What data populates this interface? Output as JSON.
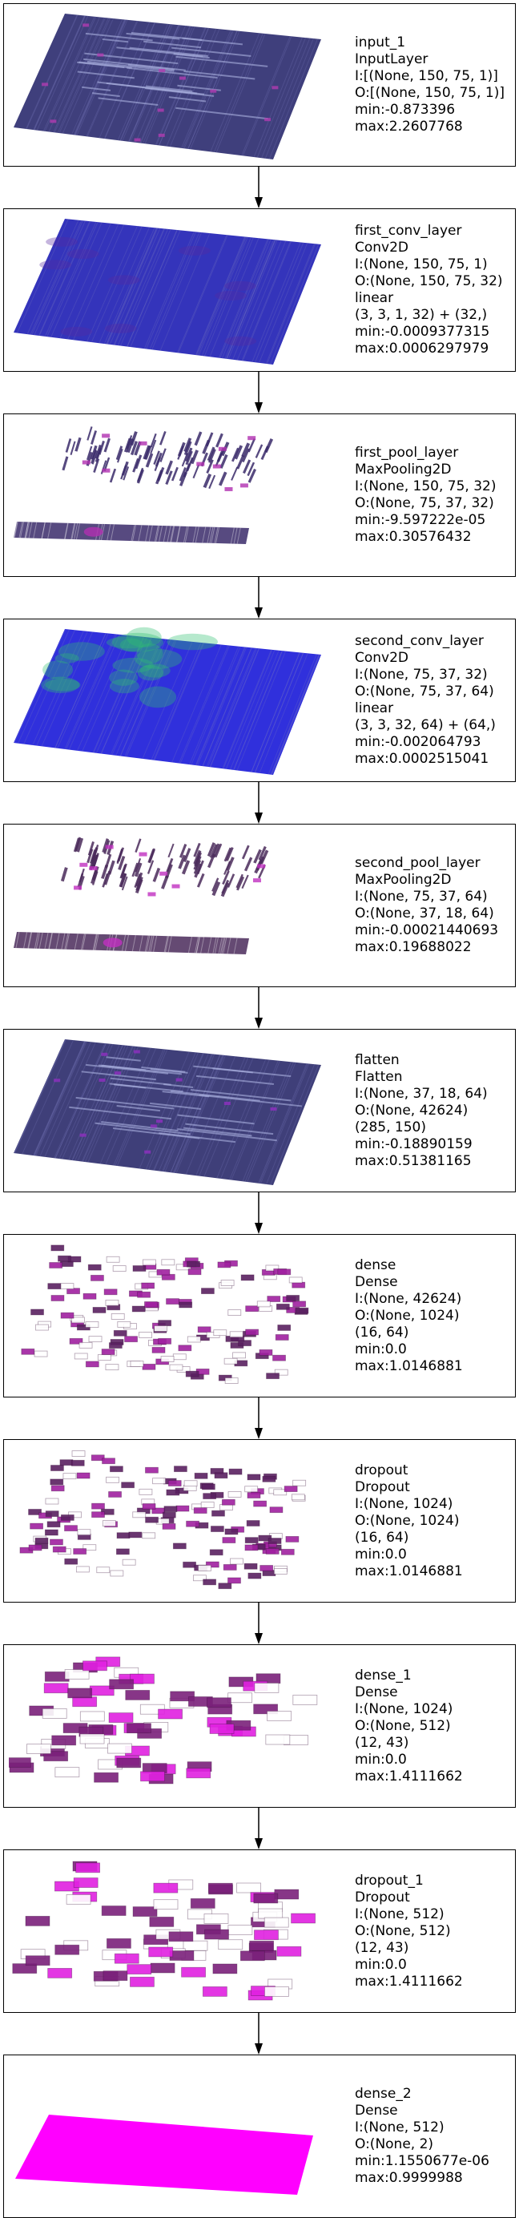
{
  "layers": [
    {
      "name": "input_1",
      "type": "InputLayer",
      "lines": [
        "I:[(None, 150, 75, 1)]",
        "O:[(None, 150, 75, 1)]",
        "min:-0.873396",
        "max:2.2607768"
      ],
      "style": "input",
      "color": "#2a2a6e",
      "accent": "#b03cb0"
    },
    {
      "name": "first_conv_layer",
      "type": "Conv2D",
      "lines": [
        "I:(None, 150, 75, 1)",
        "O:(None, 150, 75, 32)",
        "linear",
        "(3, 3, 1, 32) + (32,)",
        "min:-0.0009377315",
        "max:0.0006297979"
      ],
      "style": "slab",
      "color": "#1e1eb4",
      "accent": "#5a2aa0"
    },
    {
      "name": "first_pool_layer",
      "type": "MaxPooling2D",
      "lines": [
        "I:(None, 150, 75, 32)",
        "O:(None, 75, 37, 32)",
        "min:-9.597222e-05",
        "max:0.30576432"
      ],
      "style": "pool",
      "color": "#3a2a6a",
      "accent": "#b030b0"
    },
    {
      "name": "second_conv_layer",
      "type": "Conv2D",
      "lines": [
        "I:(None, 75, 37, 32)",
        "O:(None, 75, 37, 64)",
        "linear",
        "(3, 3, 32, 64) + (64,)",
        "min:-0.002064793",
        "max:0.0002515041"
      ],
      "style": "conv2",
      "color": "#1a1ad8",
      "accent": "#2ec070"
    },
    {
      "name": "second_pool_layer",
      "type": "MaxPooling2D",
      "lines": [
        "I:(None, 75, 37, 64)",
        "O:(None, 37, 18, 64)",
        "min:-0.00021440693",
        "max:0.19688022"
      ],
      "style": "pool",
      "color": "#4a2a5a",
      "accent": "#c030c0"
    },
    {
      "name": "flatten",
      "type": "Flatten",
      "lines": [
        "I:(None, 37, 18, 64)",
        "O:(None, 42624)",
        "(285, 150)",
        "min:-0.18890159",
        "max:0.51381165"
      ],
      "style": "input",
      "color": "#2a2a6a",
      "accent": "#9030c0"
    },
    {
      "name": "dense",
      "type": "Dense",
      "lines": [
        "I:(None, 42624)",
        "O:(None, 1024)",
        "(16, 64)",
        "min:0.0",
        "max:1.0146881"
      ],
      "style": "blocks",
      "color": "#5a2060",
      "accent": "#a020a0"
    },
    {
      "name": "dropout",
      "type": "Dropout",
      "lines": [
        "I:(None, 1024)",
        "O:(None, 1024)",
        "(16, 64)",
        "min:0.0",
        "max:1.0146881"
      ],
      "style": "blocks",
      "color": "#5a2060",
      "accent": "#a020a0"
    },
    {
      "name": "dense_1",
      "type": "Dense",
      "lines": [
        "I:(None, 1024)",
        "O:(None, 512)",
        "(12, 43)",
        "min:0.0",
        "max:1.4111662"
      ],
      "style": "bigblocks",
      "color": "#7a207a",
      "accent": "#e020e0"
    },
    {
      "name": "dropout_1",
      "type": "Dropout",
      "lines": [
        "I:(None, 512)",
        "O:(None, 512)",
        "(12, 43)",
        "min:0.0",
        "max:1.4111662"
      ],
      "style": "bigblocks",
      "color": "#7a207a",
      "accent": "#e020e0"
    },
    {
      "name": "dense_2",
      "type": "Dense",
      "lines": [
        "I:(None, 512)",
        "O:(None, 2)",
        "min:1.1550677e-06",
        "max:0.9999988"
      ],
      "style": "solid",
      "color": "#ff00ff",
      "accent": "#ff00ff"
    }
  ]
}
